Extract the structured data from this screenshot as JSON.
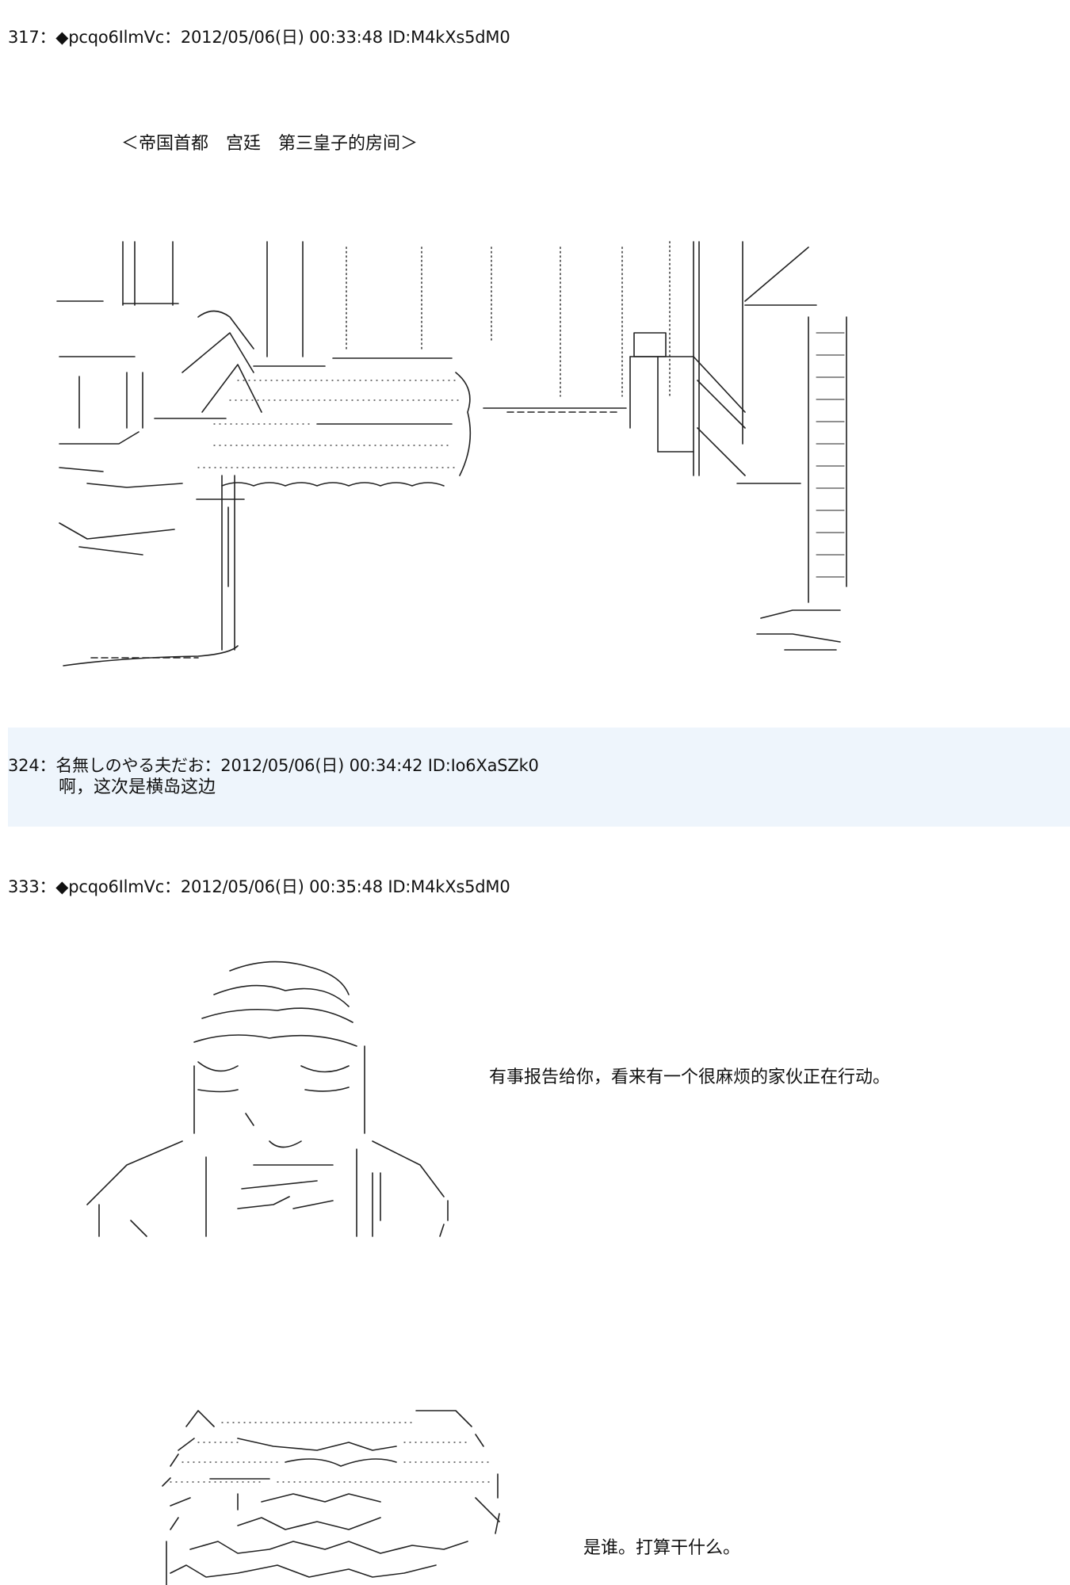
{
  "posts": [
    {
      "header": "317：◆pcqo6IlmVc：2012/05/06(日) 00:33:48 ID:M4kXs5dM0",
      "lines": [
        "＜帝国首都　宫廷　第三皇子的房间＞"
      ]
    },
    {
      "header": "324：名無しのやる夫だお：2012/05/06(日) 00:34:42 ID:Io6XaSZk0",
      "lines": [
        "啊，这次是横岛这边"
      ]
    },
    {
      "header": "333：◆pcqo6IlmVc：2012/05/06(日) 00:35:48 ID:M4kXs5dM0",
      "lines": [
        "有事报告给你，看来有一个很麻烦的家伙正在行动。",
        "是谁。打算干什么。"
      ]
    }
  ],
  "colors": {
    "background": "#ffffff",
    "highlight": "#eef5fc",
    "text": "#111111"
  }
}
